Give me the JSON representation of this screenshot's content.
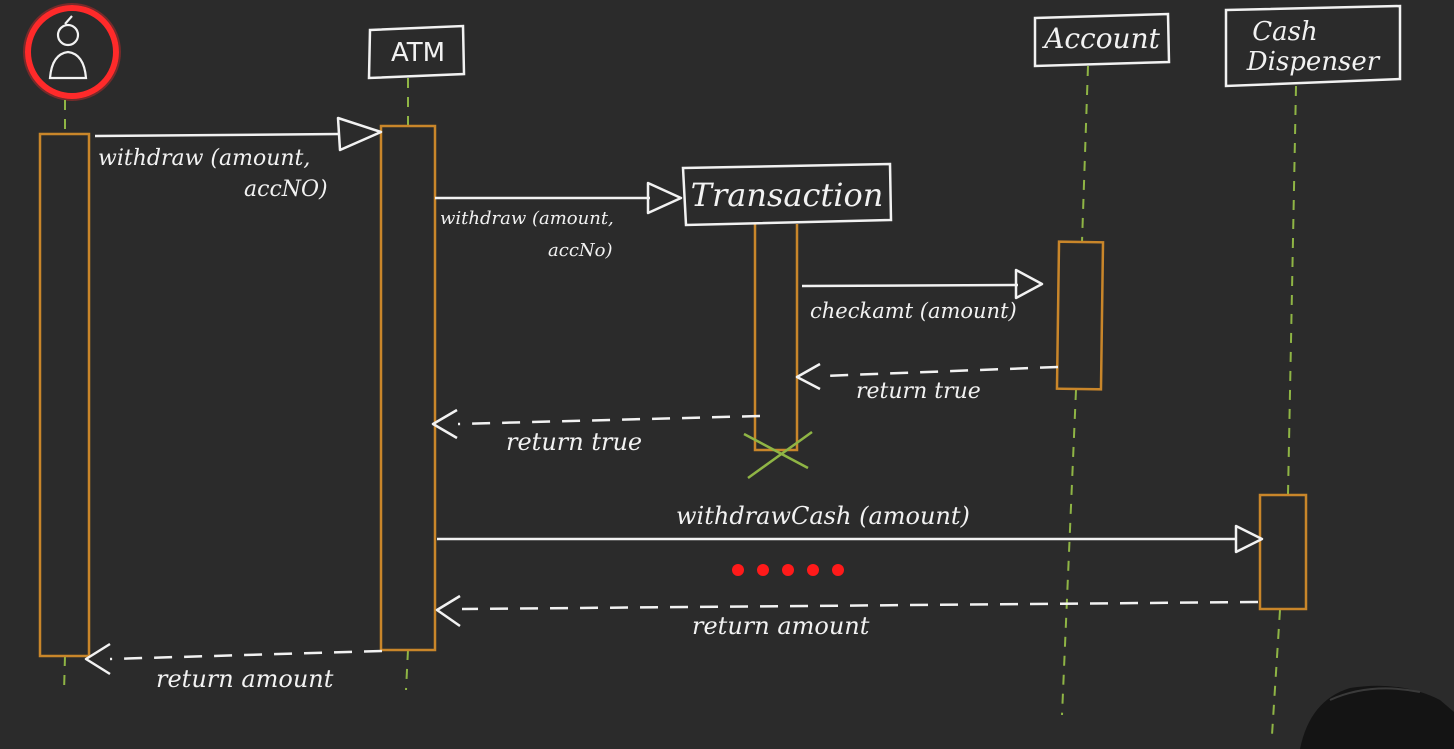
{
  "participants": {
    "actor": {
      "icon": "user-icon",
      "ring_color": "#ff2a2a"
    },
    "atm": {
      "label": "ATM"
    },
    "transaction": {
      "label": "Transaction"
    },
    "account": {
      "label": "Account"
    },
    "cash_dispenser": {
      "label_line1": "Cash",
      "label_line2": "Dispenser"
    }
  },
  "messages": {
    "m1_line1": "withdraw (amount,",
    "m1_line2": "accNO)",
    "m2_line1": "withdraw (amount,",
    "m2_line2": "accNo)",
    "m3": "checkamt (amount)",
    "m4": "return true",
    "m5": "return true",
    "m6": "withdrawCash (amount)",
    "m7": "return amount",
    "m8": "return amount"
  },
  "colors": {
    "background": "#2b2b2b",
    "lifeline": "#8fb545",
    "activation": "#c9862a",
    "ink": "#f2f2f2",
    "destroy": "#8fb545",
    "dots": "#ff1a1a",
    "actor_ring": "#ff2a2a"
  },
  "decor": {
    "ellipsis_dot_count": 5
  }
}
